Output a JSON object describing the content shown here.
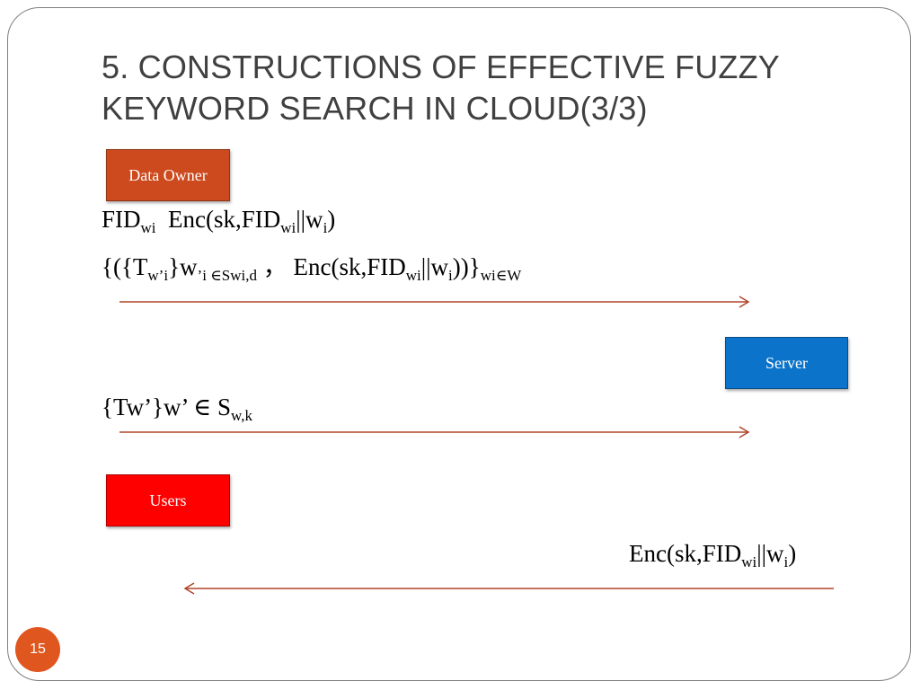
{
  "slide": {
    "title": "5. CONSTRUCTIONS OF EFFECTIVE FUZZY KEYWORD SEARCH IN CLOUD(3/3)",
    "page_number": "15"
  },
  "boxes": {
    "data_owner": "Data Owner",
    "server": "Server",
    "users": "Users"
  },
  "formulas": {
    "f1": {
      "t1": "FID",
      "s1": "wi",
      "t2": "Enc(sk,FID",
      "s2": "wi",
      "t3": "||w",
      "s3": "i",
      "t4": ")"
    },
    "f2": {
      "t1": "{({T",
      "s1": "w’i",
      "t2": "}w",
      "s2": "’i ∈Swi,d",
      "t3": "， Enc(sk,FID",
      "s3": "wi",
      "t4": "||w",
      "s4": "i",
      "t5": "))}",
      "s5": "wi∈W"
    },
    "f3": {
      "t1": "{Tw’}w’ ∈ S",
      "s1": "w,k"
    },
    "f4": {
      "t1": "Enc(sk,FID",
      "s1": "wi",
      "t2": "||w",
      "s2": "i",
      "t3": ")"
    }
  },
  "colors": {
    "arrow": "#b0452a",
    "data_owner_box": "#cc4a1e",
    "server_box": "#0b73c9",
    "users_box": "#ff0000",
    "page_badge": "#e0561f"
  }
}
